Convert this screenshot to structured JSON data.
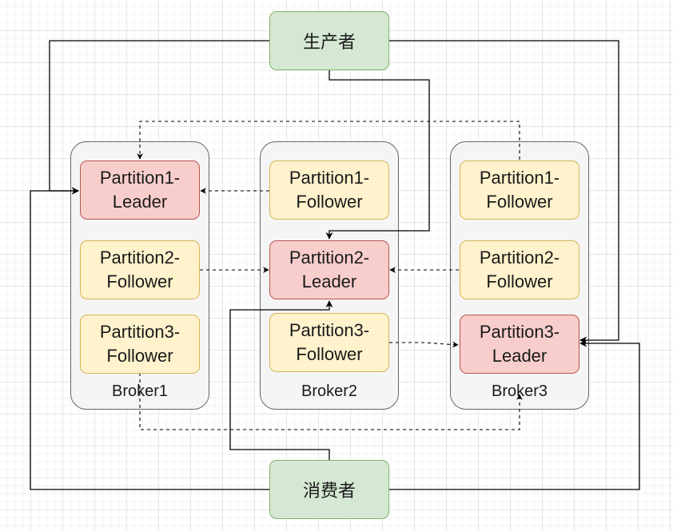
{
  "producer": {
    "label": "生产者"
  },
  "consumer": {
    "label": "消费者"
  },
  "brokers": [
    {
      "label": "Broker1",
      "partitions": [
        {
          "label": "Partition1-\nLeader",
          "role": "leader"
        },
        {
          "label": "Partition2-\nFollower",
          "role": "follower"
        },
        {
          "label": "Partition3-\nFollower",
          "role": "follower"
        }
      ]
    },
    {
      "label": "Broker2",
      "partitions": [
        {
          "label": "Partition1-\nFollower",
          "role": "follower"
        },
        {
          "label": "Partition2-\nLeader",
          "role": "leader"
        },
        {
          "label": "Partition3-\nFollower",
          "role": "follower"
        }
      ]
    },
    {
      "label": "Broker3",
      "partitions": [
        {
          "label": "Partition1-\nFollower",
          "role": "follower"
        },
        {
          "label": "Partition2-\nFollower",
          "role": "follower"
        },
        {
          "label": "Partition3-\nLeader",
          "role": "leader"
        }
      ]
    }
  ],
  "colors": {
    "leader_fill": "#f8cecc",
    "leader_stroke": "#b85450",
    "follower_fill": "#fff2cc",
    "follower_stroke": "#d6b656",
    "actor_fill": "#d5e8d4",
    "actor_stroke": "#82b366",
    "broker_fill": "#f5f5f5",
    "broker_stroke": "#666666"
  }
}
